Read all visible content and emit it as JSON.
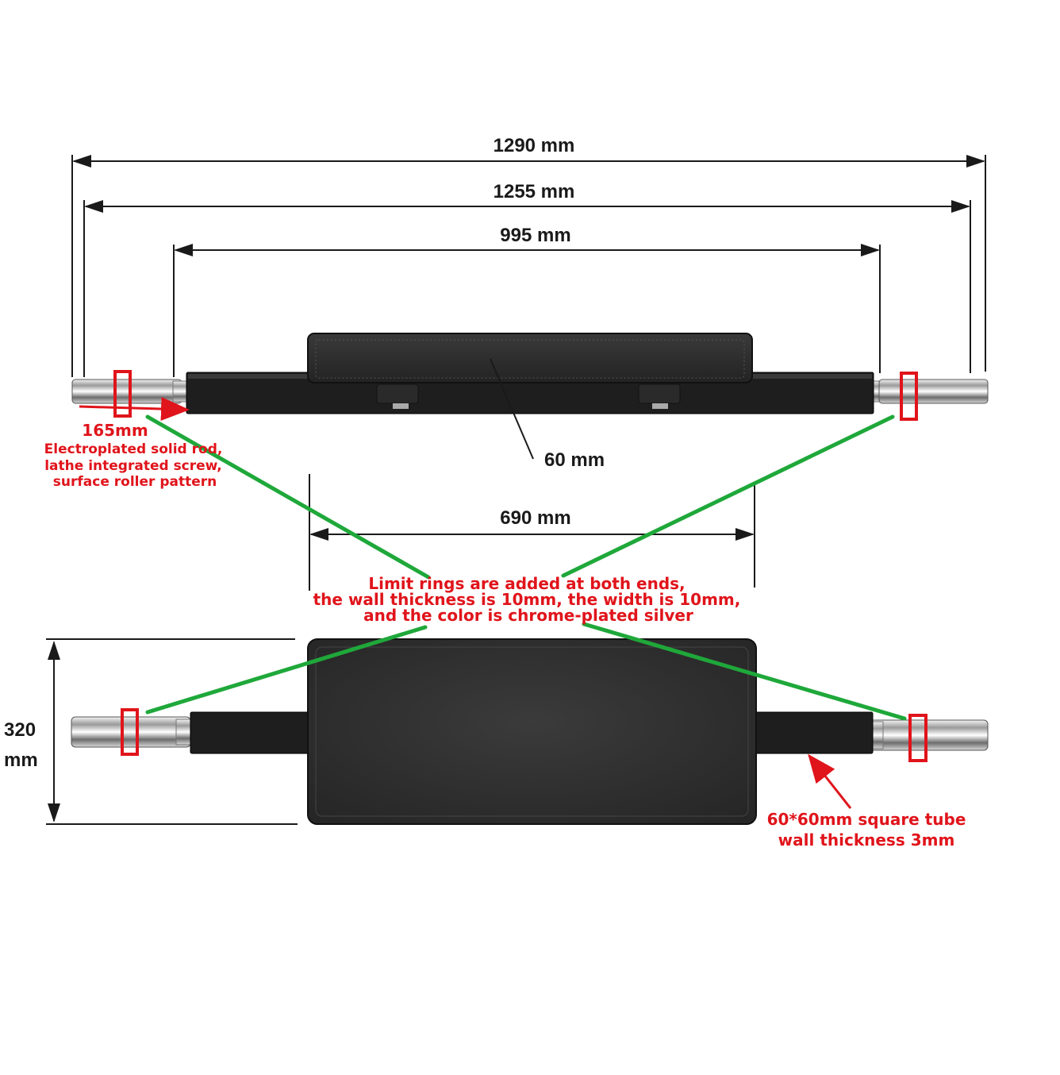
{
  "dimensions": {
    "overall_length": "1290 mm",
    "inner_length": "1255 mm",
    "tube_length": "995 mm",
    "pad_thickness": "60 mm",
    "pad_length": "690 mm",
    "pad_width_value": "320",
    "pad_width_unit": "mm"
  },
  "notes": {
    "rod_length": "165mm",
    "rod_desc_line1": "Electroplated solid rod,",
    "rod_desc_line2": "lathe integrated screw,",
    "rod_desc_line3": "surface roller pattern",
    "limit_line1": "Limit rings are added at both ends,",
    "limit_line2": "the wall thickness is 10mm, the width is 10mm,",
    "limit_line3": "and the color is chrome-plated silver",
    "tube_line1": "60*60mm square tube",
    "tube_line2": "wall thickness 3mm"
  },
  "colors": {
    "annotation_red": "#e0141b",
    "leader_green": "#1fa83a",
    "dimension_black": "#1a1a1a",
    "pad_black": "#2b2b2b",
    "tube_black": "#1e1e1e"
  }
}
